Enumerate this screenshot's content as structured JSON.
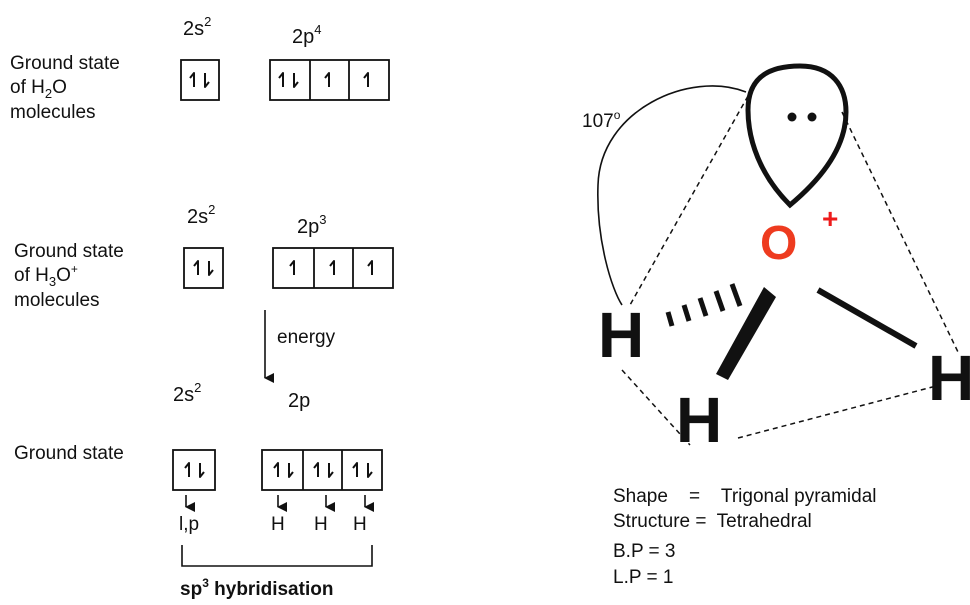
{
  "section1": {
    "label_lines": [
      "Ground state",
      "of H",
      "2",
      "O",
      "molecules"
    ],
    "s_orbital": {
      "name": "2s",
      "exp": "2"
    },
    "p_orbital": {
      "name": "2p",
      "exp": "4"
    }
  },
  "section2": {
    "label_lines": [
      "Ground state",
      "of H",
      "3",
      "O",
      "+",
      "molecules"
    ],
    "s_orbital": {
      "name": "2s",
      "exp": "2"
    },
    "p_orbital": {
      "name": "2p",
      "exp": "3"
    },
    "arrow_label": "energy"
  },
  "section3": {
    "label": "Ground state",
    "s_orbital": {
      "name": "2s",
      "exp": "2"
    },
    "p_orbital": {
      "name": "2p"
    },
    "assignments": [
      "l,p",
      "H",
      "H",
      "H"
    ],
    "hybridisation": {
      "prefix": "sp",
      "exp": "3",
      "suffix": " hybridisation"
    }
  },
  "molecule": {
    "angle": "107",
    "angle_unit": "o",
    "central_atom": "O",
    "charge": "+",
    "atoms": [
      "H",
      "H",
      "H"
    ],
    "colors": {
      "oxygen": "#ee3b1f",
      "charge": "#ee1b1b",
      "bond": "#111111"
    }
  },
  "properties": {
    "shape": "Shape    =    Trigonal pyramidal",
    "structure": "Structure =  Tetrahedral",
    "bp": "B.P = 3",
    "lp": "L.P = 1"
  }
}
